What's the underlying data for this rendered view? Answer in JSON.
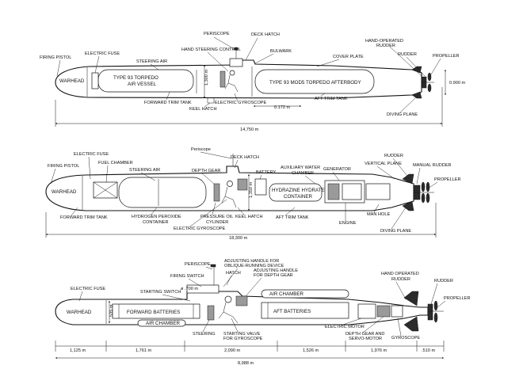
{
  "diagram1": {
    "labels": {
      "periscope": "PERISCOPE",
      "deck_hatch": "DECK HATCH",
      "hand_steering_control": "HAND STEERING CONTROL",
      "bulwark": "BULWARK",
      "cover_plate": "COVER PLATE",
      "hand_operated_rudder_1": "HAND-OPERATED",
      "hand_operated_rudder_2": "RUDDER",
      "rudder": "RUDDER",
      "propeller": "PROPELLER",
      "firing_pistol": "FIRING PISTOL",
      "electric_fuse": "ELECTRIC FUSE",
      "steering_air": "STEERING AIR",
      "warhead": "WARHEAD",
      "air_vessel_1": "TYPE 93 TORPEDO",
      "air_vessel_2": "AIR VESSEL",
      "afterbody": "TYPE 93 MOD5 TORPEDO AFTERBODY",
      "forward_trim_tank": "FORWARD TRIM TANK",
      "keel_hatch": "KEEL HATCH",
      "electric_gyroscope": "ELECTRIC GYROSCOPE",
      "aft_trim_tank": "AFT TRIM TANK",
      "diving_plane": "DIVING PLANE",
      "dim_172": "0.172 m",
      "dim_length": "14,750 m",
      "dim_diameter": "0.900 m",
      "dim_height": "1,300 m"
    }
  },
  "diagram2": {
    "labels": {
      "periscope": "Periscope",
      "deck_hatch": "DECK HATCH",
      "electric_fuse": "ELECTRIC FUSE",
      "fuel_chamber": "FUEL CHAMBER",
      "firing_pistol": "FIRING PISTOL",
      "steering_air": "STEERING AIR",
      "depth_gear": "DEPTH GEAR",
      "battery": "BATTERY",
      "aux_water_1": "AUXILIARY WATER",
      "aux_water_2": "CHAMBER",
      "generator": "GENERATOR",
      "vertical_plane": "VERTICAL PLANE",
      "rudder": "RUDDER",
      "manual_rudder": "MANUAL RUDDER",
      "propeller": "PROPELLER",
      "warhead": "WARHEAD",
      "hydrazine_1": "HYDRAZINE HYDRATE",
      "hydrazine_2": "CONTAINER",
      "forward_trim_tank": "FORWARD TRIM TANK",
      "hydrogen_1": "HYDROGEN PEROXIDE",
      "hydrogen_2": "CONTAINER",
      "pressure_oil_1": "PRESSURE OIL",
      "pressure_oil_2": "CYLINDER",
      "keel_hatch": "KEEL HATCH",
      "aft_trim_tank": "AFT TRIM TANK",
      "man_hole": "MAN HOLE",
      "engine": "ENGINE",
      "diving_plane": "DIVING PLANE",
      "electric_gyroscope": "ELECTRIC GYROSCOPE",
      "dim_length": "18,300 m",
      "dim_height": "1,350 m"
    }
  },
  "diagram3": {
    "labels": {
      "adjusting_handle_1": "ADJUSTING HANDLE FOR",
      "adjusting_handle_2": "OBLIQUE-RUNNING DEVICE",
      "periscope": "PERISCOPE",
      "hatch": "HATCH",
      "adjusting_depth_1": "ADJUSTING HANDLE",
      "adjusting_depth_2": "FOR DEPTH GEAR",
      "firing_switch": "FIRING SWITCH",
      "hand_rudder_1": "HAND OPERATED",
      "hand_rudder_2": "RUDDER",
      "rudder": "RUDDER",
      "electric_fuse": "ELECTRIC FUSE",
      "starting_switch": "STARTING SWITCH",
      "dim_700": "ø .700 m",
      "air_chamber_top": "AIR CHAMBER",
      "propeller": "PROPELLER",
      "warhead": "WARHEAD",
      "forward_batteries": "FORWARD BATTERIES",
      "aft_batteries": "AFT BATTERIES",
      "air_chamber_bottom": "AIR CHAMBER",
      "electric_motor": "ELECTRIC MOTOR",
      "steering": "STEERING",
      "starting_valve_1": "STARTING VALVE",
      "starting_valve_2": "FOR GYROSCOPE",
      "depth_gear_1": "DEPTH GEAR AND",
      "depth_gear_2": "SERVO-MOTOR",
      "gyroscope": "GYROSCOPE",
      "dim_height": "535 m",
      "seg1": "1,125 m",
      "seg2": "1,761 m",
      "seg3": "2,090 m",
      "seg4": "1,526 m",
      "seg5": "1,976 m",
      "seg6": ".510 m",
      "dim_length": "8,988 m"
    }
  }
}
